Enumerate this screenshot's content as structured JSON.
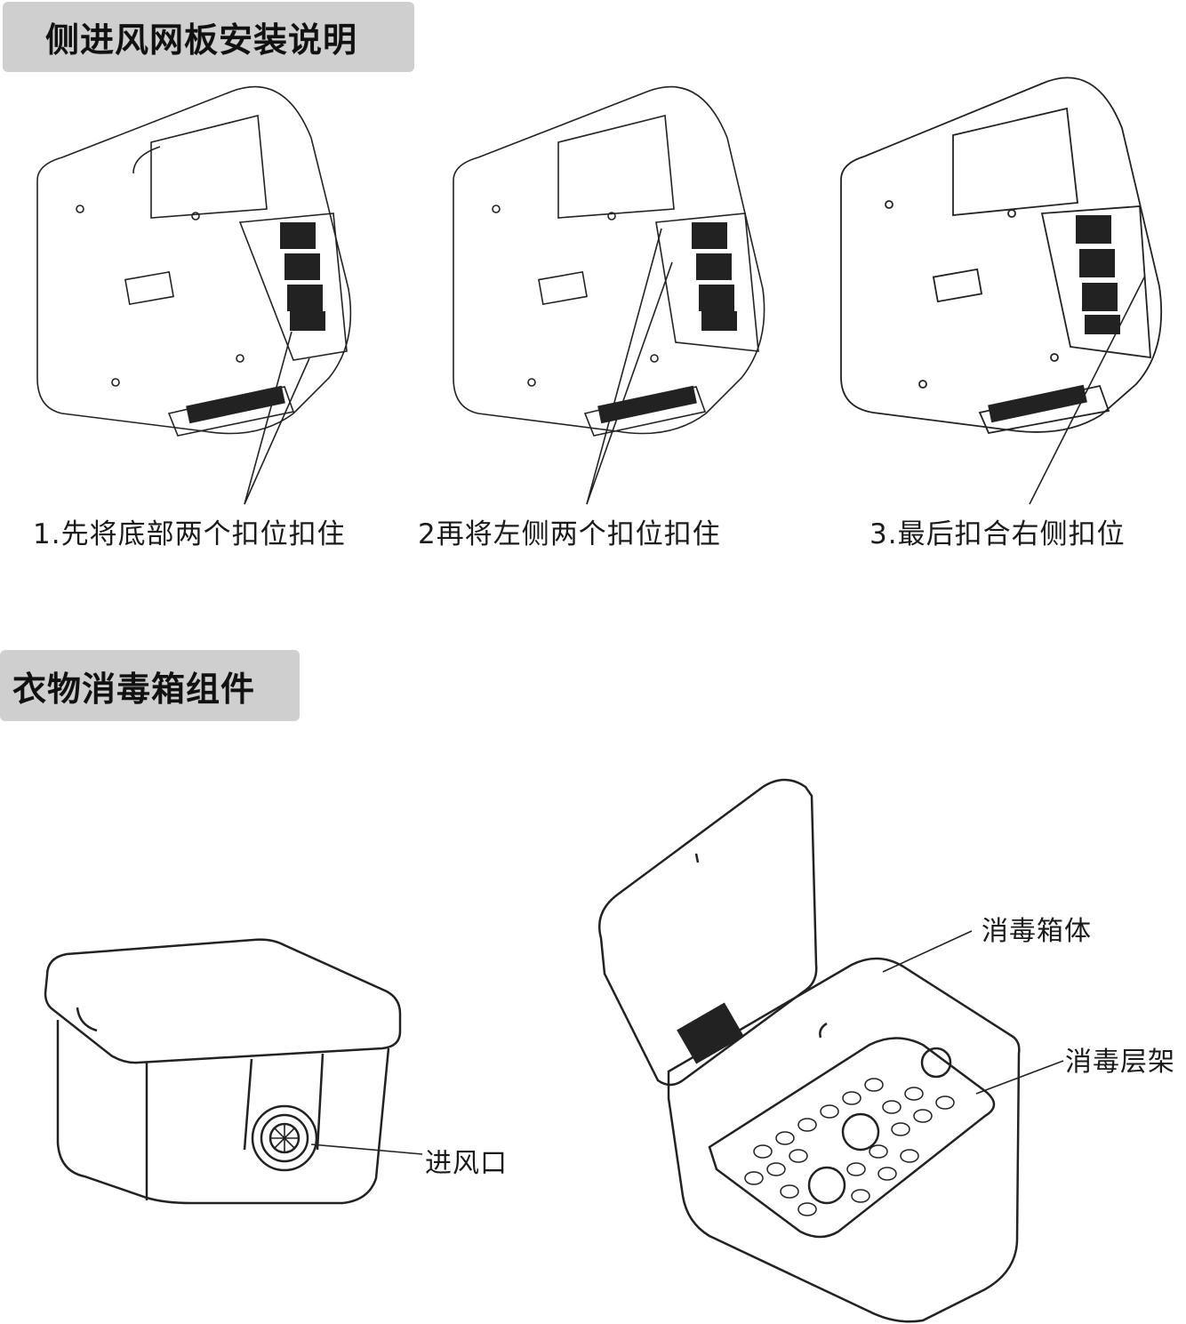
{
  "sections": {
    "install": {
      "title": "侧进风网板安装说明",
      "steps": [
        {
          "caption": "1.先将底部两个扣位扣住"
        },
        {
          "caption": "2再将左侧两个扣位扣住"
        },
        {
          "caption": "3.最后扣合右侧扣位"
        }
      ]
    },
    "components": {
      "title": "衣物消毒箱组件",
      "labels": {
        "inlet": "进风口",
        "body": "消毒箱体",
        "rack": "消毒层架"
      }
    }
  }
}
